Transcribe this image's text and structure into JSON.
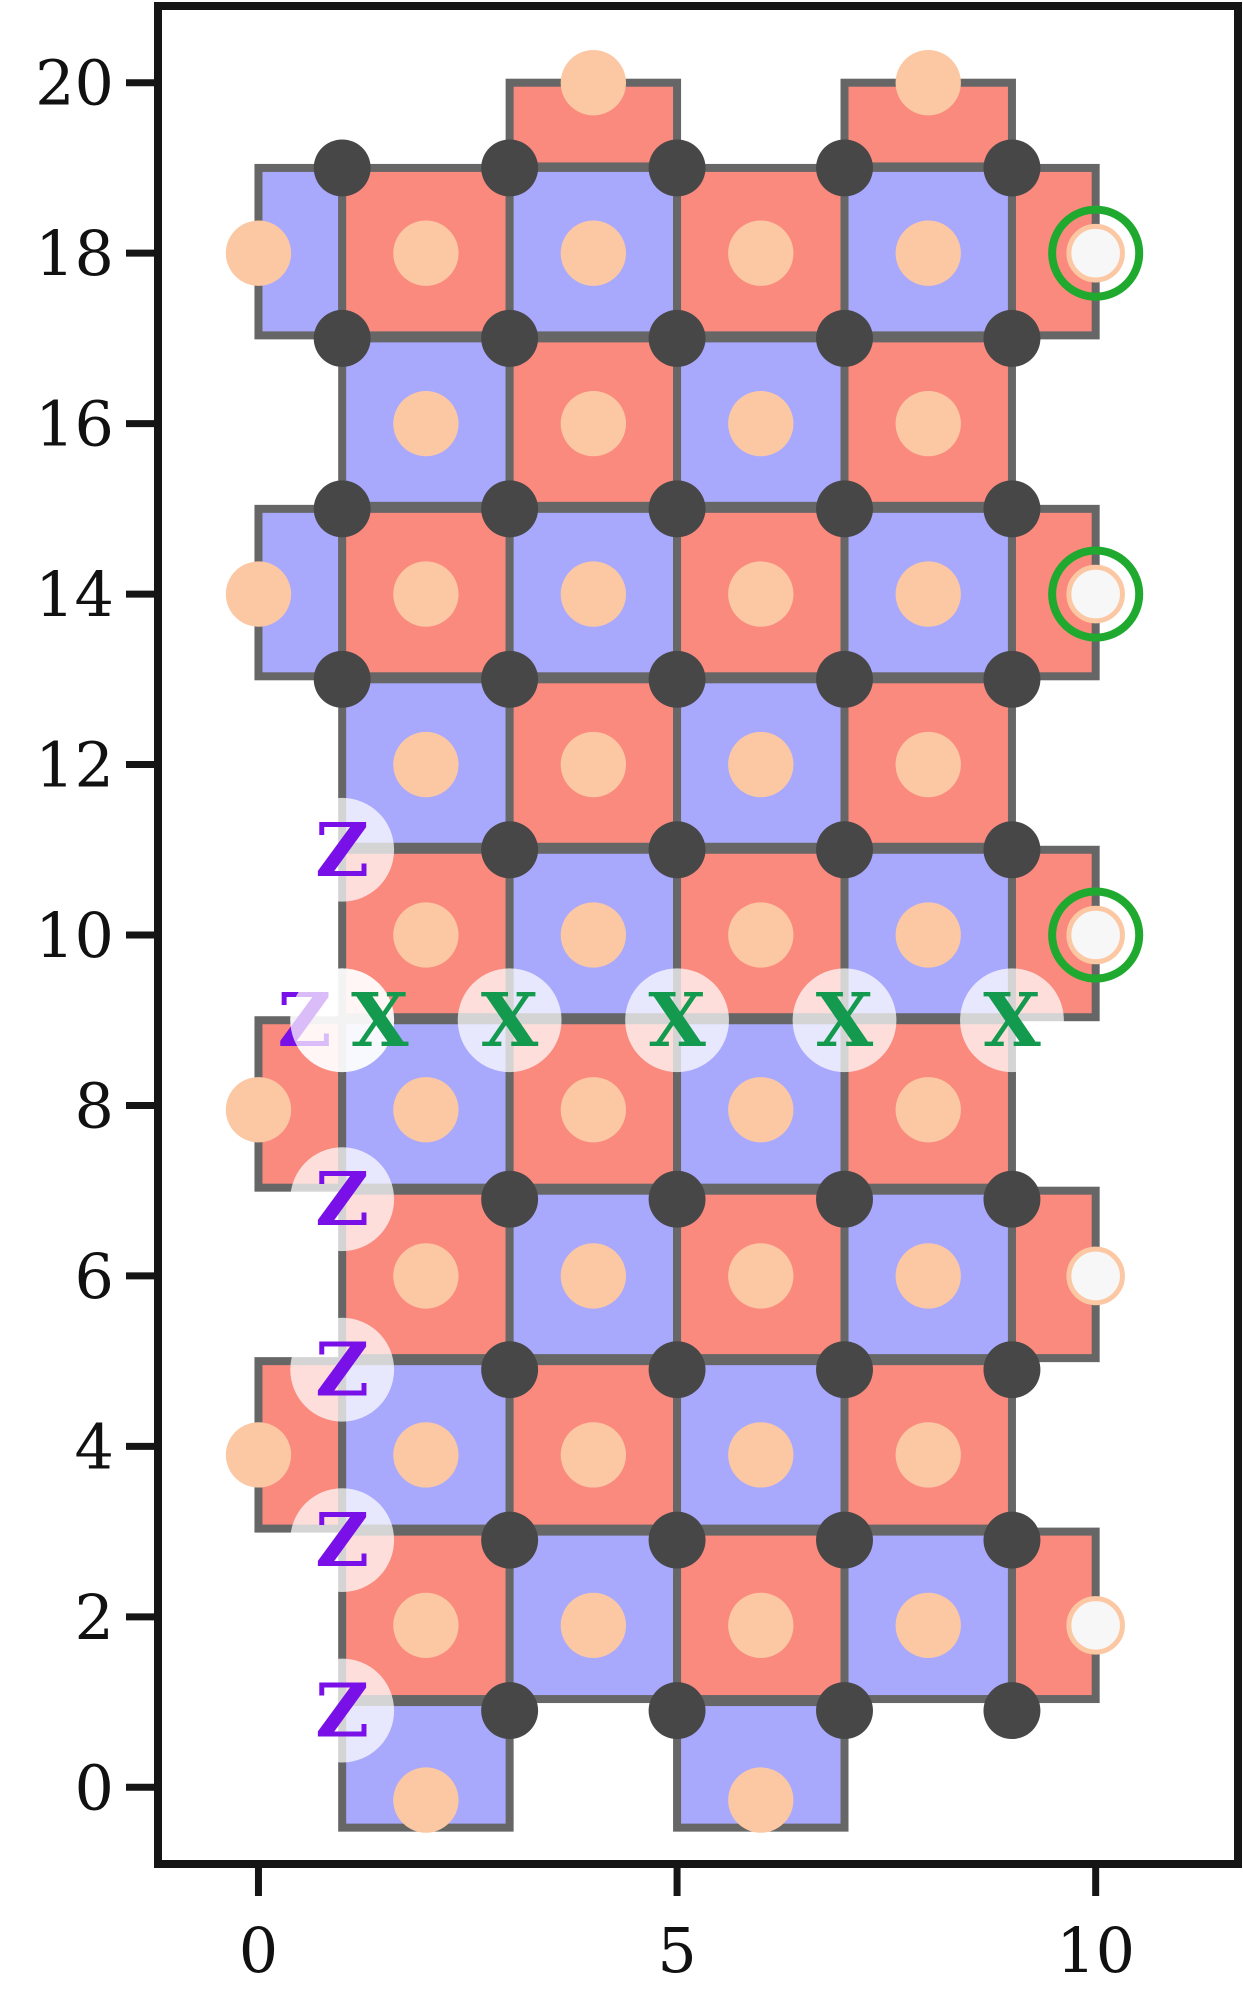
{
  "axes": {
    "x_ticks": [
      0,
      5,
      10
    ],
    "y_ticks": [
      0,
      2,
      4,
      6,
      8,
      10,
      12,
      14,
      16,
      18,
      20
    ],
    "x_range": [
      -1.2,
      11.7
    ],
    "y_range": [
      -0.9,
      20.9
    ]
  },
  "colors": {
    "red_plaquette": "#fa8a7e",
    "blue_plaquette": "#a8a8fc",
    "edge": "#666666",
    "data_qubit": "#474747",
    "ancilla": "#fcc8a4",
    "hollow_fill": "#f7f7f7",
    "highlight_ring": "#1faa2f",
    "z_label": "#7a10e8",
    "x_label": "#149a4e"
  },
  "chart_data": {
    "type": "diagram",
    "plaquettes": [
      {
        "x": 1,
        "y": -0.5,
        "w": 2,
        "h": 1.5,
        "c": "b"
      },
      {
        "x": 5,
        "y": -0.5,
        "w": 2,
        "h": 1.5,
        "c": "b"
      },
      {
        "x": 1,
        "y": 1,
        "w": 2,
        "h": 2,
        "c": "r"
      },
      {
        "x": 3,
        "y": 1,
        "w": 2,
        "h": 2,
        "c": "b"
      },
      {
        "x": 5,
        "y": 1,
        "w": 2,
        "h": 2,
        "c": "r"
      },
      {
        "x": 7,
        "y": 1,
        "w": 2,
        "h": 2,
        "c": "b"
      },
      {
        "x": 9,
        "y": 1,
        "w": 1,
        "h": 2,
        "c": "r"
      },
      {
        "x": 0,
        "y": 3,
        "w": 1,
        "h": 2,
        "c": "r"
      },
      {
        "x": 1,
        "y": 3,
        "w": 2,
        "h": 2,
        "c": "b"
      },
      {
        "x": 3,
        "y": 3,
        "w": 2,
        "h": 2,
        "c": "r"
      },
      {
        "x": 5,
        "y": 3,
        "w": 2,
        "h": 2,
        "c": "b"
      },
      {
        "x": 7,
        "y": 3,
        "w": 2,
        "h": 2,
        "c": "r"
      },
      {
        "x": 1,
        "y": 5,
        "w": 2,
        "h": 2,
        "c": "r"
      },
      {
        "x": 3,
        "y": 5,
        "w": 2,
        "h": 2,
        "c": "b"
      },
      {
        "x": 5,
        "y": 5,
        "w": 2,
        "h": 2,
        "c": "r"
      },
      {
        "x": 7,
        "y": 5,
        "w": 2,
        "h": 2,
        "c": "b"
      },
      {
        "x": 9,
        "y": 5,
        "w": 1,
        "h": 2,
        "c": "r"
      },
      {
        "x": 0,
        "y": 7,
        "w": 1,
        "h": 2,
        "c": "r"
      },
      {
        "x": 1,
        "y": 7,
        "w": 2,
        "h": 2,
        "c": "b"
      },
      {
        "x": 3,
        "y": 7,
        "w": 2,
        "h": 2,
        "c": "r"
      },
      {
        "x": 5,
        "y": 7,
        "w": 2,
        "h": 2,
        "c": "b"
      },
      {
        "x": 7,
        "y": 7,
        "w": 2,
        "h": 2,
        "c": "r"
      },
      {
        "x": 1,
        "y": 9,
        "w": 2,
        "h": 2,
        "c": "r"
      },
      {
        "x": 3,
        "y": 9,
        "w": 2,
        "h": 2,
        "c": "b"
      },
      {
        "x": 5,
        "y": 9,
        "w": 2,
        "h": 2,
        "c": "r"
      },
      {
        "x": 7,
        "y": 9,
        "w": 2,
        "h": 2,
        "c": "b"
      },
      {
        "x": 9,
        "y": 9,
        "w": 1,
        "h": 2,
        "c": "r"
      },
      {
        "x": 1,
        "y": 11,
        "w": 2,
        "h": 2,
        "c": "b"
      },
      {
        "x": 3,
        "y": 11,
        "w": 2,
        "h": 2,
        "c": "r"
      },
      {
        "x": 5,
        "y": 11,
        "w": 2,
        "h": 2,
        "c": "b"
      },
      {
        "x": 7,
        "y": 11,
        "w": 2,
        "h": 2,
        "c": "r"
      },
      {
        "x": 0,
        "y": 13,
        "w": 1,
        "h": 2,
        "c": "b"
      },
      {
        "x": 1,
        "y": 13,
        "w": 2,
        "h": 2,
        "c": "r"
      },
      {
        "x": 3,
        "y": 13,
        "w": 2,
        "h": 2,
        "c": "b"
      },
      {
        "x": 5,
        "y": 13,
        "w": 2,
        "h": 2,
        "c": "r"
      },
      {
        "x": 7,
        "y": 13,
        "w": 2,
        "h": 2,
        "c": "b"
      },
      {
        "x": 9,
        "y": 13,
        "w": 1,
        "h": 2,
        "c": "r"
      },
      {
        "x": 1,
        "y": 15,
        "w": 2,
        "h": 2,
        "c": "b"
      },
      {
        "x": 3,
        "y": 15,
        "w": 2,
        "h": 2,
        "c": "r"
      },
      {
        "x": 5,
        "y": 15,
        "w": 2,
        "h": 2,
        "c": "b"
      },
      {
        "x": 7,
        "y": 15,
        "w": 2,
        "h": 2,
        "c": "r"
      },
      {
        "x": 0,
        "y": 17,
        "w": 1,
        "h": 2,
        "c": "b"
      },
      {
        "x": 1,
        "y": 17,
        "w": 2,
        "h": 2,
        "c": "r"
      },
      {
        "x": 3,
        "y": 17,
        "w": 2,
        "h": 2,
        "c": "b"
      },
      {
        "x": 5,
        "y": 17,
        "w": 2,
        "h": 2,
        "c": "r"
      },
      {
        "x": 7,
        "y": 17,
        "w": 2,
        "h": 2,
        "c": "b"
      },
      {
        "x": 9,
        "y": 17,
        "w": 1,
        "h": 2,
        "c": "r"
      },
      {
        "x": 3,
        "y": 19,
        "w": 2,
        "h": 1,
        "c": "r"
      },
      {
        "x": 7,
        "y": 19,
        "w": 2,
        "h": 1,
        "c": "r"
      }
    ],
    "ancillas": [
      [
        2,
        -0.15
      ],
      [
        6,
        -0.15
      ],
      [
        2,
        1.9
      ],
      [
        4,
        1.9
      ],
      [
        6,
        1.9
      ],
      [
        8,
        1.9
      ],
      [
        0,
        3.9
      ],
      [
        2,
        3.9
      ],
      [
        4,
        3.9
      ],
      [
        6,
        3.9
      ],
      [
        8,
        3.9
      ],
      [
        2,
        6
      ],
      [
        4,
        6
      ],
      [
        6,
        6
      ],
      [
        8,
        6
      ],
      [
        0,
        7.95
      ],
      [
        2,
        7.95
      ],
      [
        4,
        7.95
      ],
      [
        6,
        7.95
      ],
      [
        8,
        7.95
      ],
      [
        2,
        10
      ],
      [
        4,
        10
      ],
      [
        6,
        10
      ],
      [
        8,
        10
      ],
      [
        2,
        12
      ],
      [
        4,
        12
      ],
      [
        6,
        12
      ],
      [
        8,
        12
      ],
      [
        0,
        14
      ],
      [
        2,
        14
      ],
      [
        4,
        14
      ],
      [
        6,
        14
      ],
      [
        8,
        14
      ],
      [
        2,
        16
      ],
      [
        4,
        16
      ],
      [
        6,
        16
      ],
      [
        8,
        16
      ],
      [
        0,
        18
      ],
      [
        2,
        18
      ],
      [
        4,
        18
      ],
      [
        6,
        18
      ],
      [
        8,
        18
      ],
      [
        4,
        20
      ],
      [
        8,
        20
      ]
    ],
    "hollow_ancillas": [
      [
        10,
        1.9
      ],
      [
        10,
        6
      ],
      [
        10,
        10
      ],
      [
        10,
        14
      ],
      [
        10,
        18
      ]
    ],
    "highlighted": [
      [
        10,
        10
      ],
      [
        10,
        14
      ],
      [
        10,
        18
      ]
    ],
    "data_qubits": [
      [
        3,
        0.9
      ],
      [
        5,
        0.9
      ],
      [
        7,
        0.9
      ],
      [
        9,
        0.9
      ],
      [
        3,
        2.9
      ],
      [
        5,
        2.9
      ],
      [
        7,
        2.9
      ],
      [
        9,
        2.9
      ],
      [
        3,
        4.9
      ],
      [
        5,
        4.9
      ],
      [
        7,
        4.9
      ],
      [
        9,
        4.9
      ],
      [
        3,
        6.9
      ],
      [
        5,
        6.9
      ],
      [
        7,
        6.9
      ],
      [
        9,
        6.9
      ],
      [
        3,
        11
      ],
      [
        5,
        11
      ],
      [
        7,
        11
      ],
      [
        9,
        11
      ],
      [
        1,
        13
      ],
      [
        3,
        13
      ],
      [
        5,
        13
      ],
      [
        7,
        13
      ],
      [
        9,
        13
      ],
      [
        1,
        15
      ],
      [
        3,
        15
      ],
      [
        5,
        15
      ],
      [
        7,
        15
      ],
      [
        9,
        15
      ],
      [
        1,
        17
      ],
      [
        3,
        17
      ],
      [
        5,
        17
      ],
      [
        7,
        17
      ],
      [
        9,
        17
      ],
      [
        1,
        19
      ],
      [
        3,
        19
      ],
      [
        5,
        19
      ],
      [
        7,
        19
      ],
      [
        9,
        19
      ]
    ],
    "z_ops": [
      {
        "x": 1,
        "y": 0.9,
        "label": "Z"
      },
      {
        "x": 1,
        "y": 2.9,
        "label": "Z"
      },
      {
        "x": 1,
        "y": 4.9,
        "label": "Z"
      },
      {
        "x": 1,
        "y": 6.9,
        "label": "Z"
      },
      {
        "x": 1,
        "y": 11,
        "label": "Z"
      },
      {
        "x": 1,
        "y": 9,
        "label": "Z",
        "dx": -0.45
      }
    ],
    "x_ops": [
      {
        "x": 1,
        "y": 9,
        "label": "X",
        "dx": 0.45
      },
      {
        "x": 3,
        "y": 9,
        "label": "X"
      },
      {
        "x": 5,
        "y": 9,
        "label": "X"
      },
      {
        "x": 7,
        "y": 9,
        "label": "X"
      },
      {
        "x": 9,
        "y": 9,
        "label": "X"
      }
    ]
  }
}
